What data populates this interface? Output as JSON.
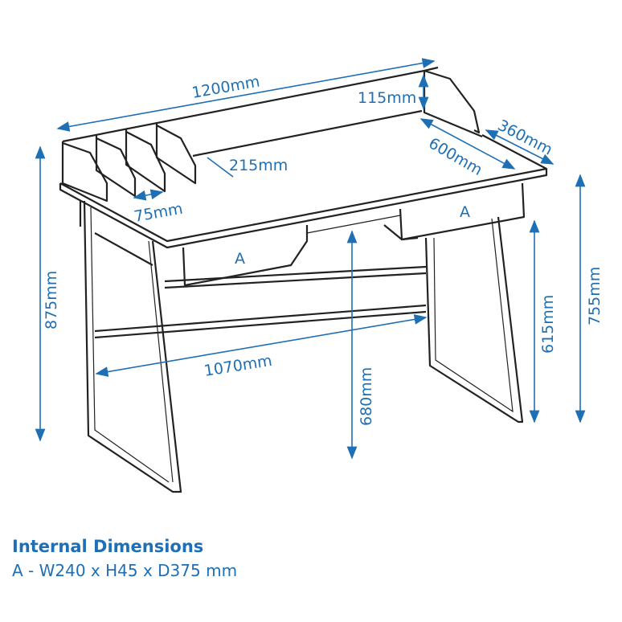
{
  "dimensions": {
    "width": "1200mm",
    "hutch_height": "115mm",
    "hutch_depth": "360mm",
    "desk_depth": "600mm",
    "hutch_top_depth": "215mm",
    "divider_gap": "75mm",
    "total_height": "875mm",
    "desk_height": "755mm",
    "drawer_clearance": "615mm",
    "knee_clearance": "680mm",
    "leg_span": "1070mm"
  },
  "drawer_labels": {
    "left": "A",
    "right": "A"
  },
  "notes": {
    "title": "Internal Dimensions",
    "line": "A - W240 x H45 x D375 mm"
  },
  "colors": {
    "dimension": "#1f6fb5",
    "outline": "#222222"
  }
}
